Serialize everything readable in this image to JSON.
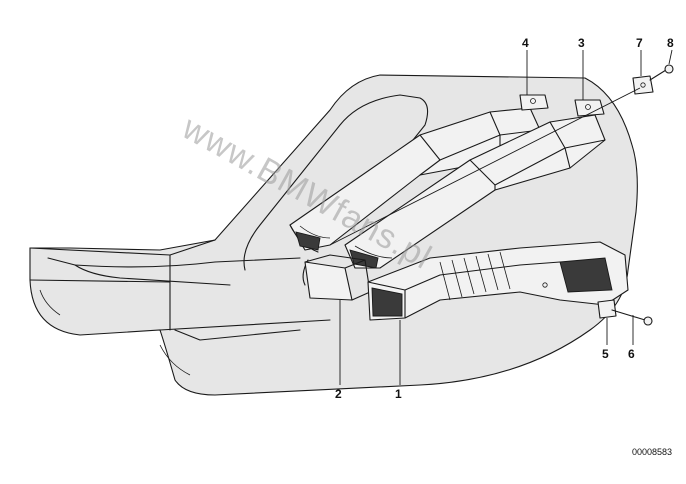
{
  "callouts": [
    "1",
    "2",
    "3",
    "4",
    "5",
    "6",
    "7",
    "8"
  ],
  "part_number": "00008583",
  "watermark": "www.BMWfans.pl",
  "colors": {
    "line": "#1a1a1a",
    "shade": "#e6e6e6",
    "watermark": "#9a9a9a"
  }
}
